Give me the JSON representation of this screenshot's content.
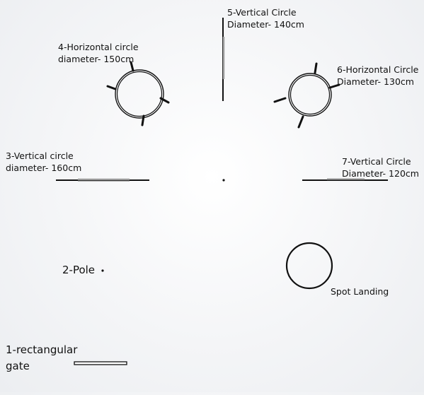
{
  "labels": {
    "gate": {
      "line1": "1-rectangular",
      "line2": "gate"
    },
    "pole": {
      "line1": "2-Pole"
    },
    "vc3": {
      "line1": "3-Vertical circle",
      "line2": "diameter- 160cm"
    },
    "hc4": {
      "line1": "4-Horizontal circle",
      "line2": "diameter- 150cm"
    },
    "vc5": {
      "line1": "5-Vertical Circle",
      "line2": "Diameter- 140cm"
    },
    "hc6": {
      "line1": "6-Horizontal Circle",
      "line2": "Diameter- 130cm"
    },
    "vc7": {
      "line1": "7-Vertical Circle",
      "line2": "Diameter- 120cm"
    },
    "spot": {
      "line1": "Spot Landing"
    }
  },
  "colors": {
    "stroke": "#111111",
    "edge": "#8a8a8a",
    "background": "#f6f7f9"
  }
}
